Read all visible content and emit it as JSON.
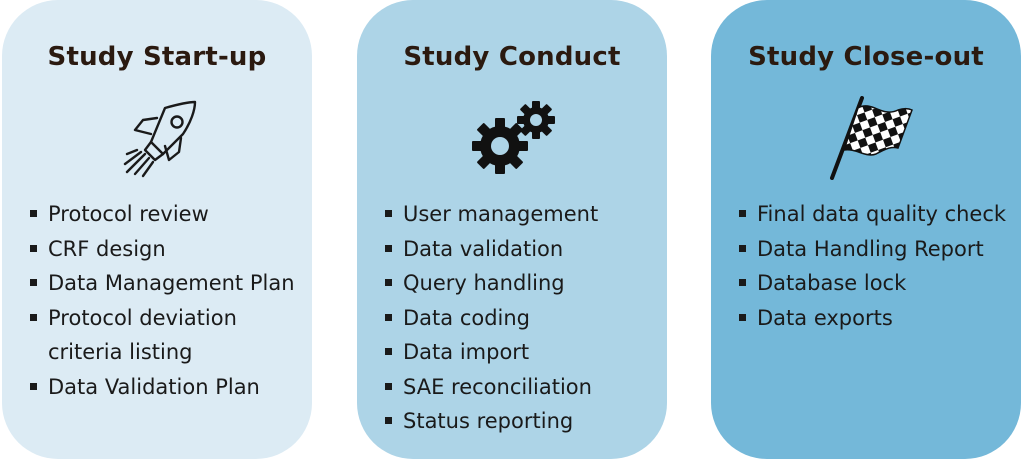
{
  "panels": [
    {
      "title": "Study Start-up",
      "icon": "rocket-icon",
      "color": "#dcebf4",
      "items": [
        "Protocol review",
        "CRF design",
        "Data Management Plan",
        "Protocol deviation\ncriteria listing",
        "Data Validation Plan"
      ]
    },
    {
      "title": "Study Conduct",
      "icon": "gears-icon",
      "color": "#add4e7",
      "items": [
        "User management",
        "Data validation",
        "Query handling",
        "Data coding",
        "Data import",
        "SAE reconciliation",
        "Status reporting"
      ]
    },
    {
      "title": "Study Close-out",
      "icon": "checkered-flag-icon",
      "color": "#74b8d9",
      "items": [
        "Final data quality check",
        "Data Handling Report",
        "Database lock",
        "Data exports"
      ]
    }
  ]
}
